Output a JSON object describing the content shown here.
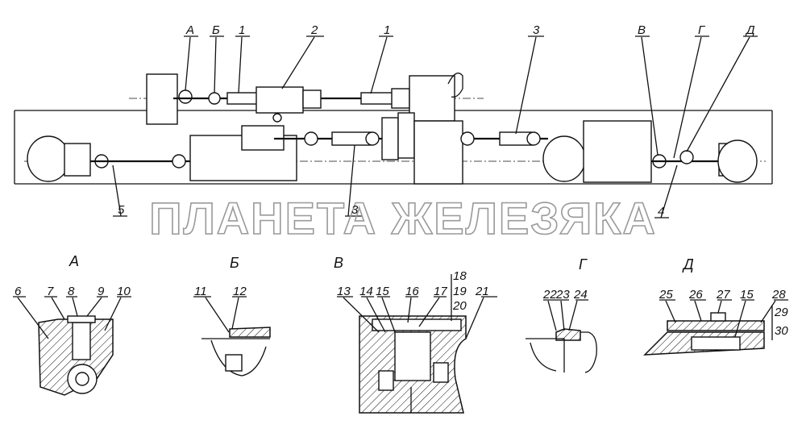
{
  "main_view": {
    "top_labels": [
      "А",
      "Б",
      "1",
      "2",
      "1",
      "3",
      "В",
      "Г",
      "Д"
    ],
    "bottom_labels": [
      "5",
      "3",
      "4"
    ]
  },
  "watermark": "ПЛАНЕТА ЖЕЛЕЗЯКА",
  "details": [
    {
      "title": "А",
      "callouts": [
        "6",
        "7",
        "8",
        "9",
        "10"
      ]
    },
    {
      "title": "Б",
      "callouts": [
        "11",
        "12"
      ]
    },
    {
      "title": "В",
      "callouts": [
        "13",
        "14",
        "15",
        "16",
        "17",
        "18",
        "19",
        "20",
        "21"
      ]
    },
    {
      "title": "Г",
      "callouts": [
        "22",
        "23",
        "24"
      ]
    },
    {
      "title": "Д",
      "callouts": [
        "25",
        "26",
        "27",
        "15",
        "28",
        "29",
        "30"
      ]
    }
  ]
}
